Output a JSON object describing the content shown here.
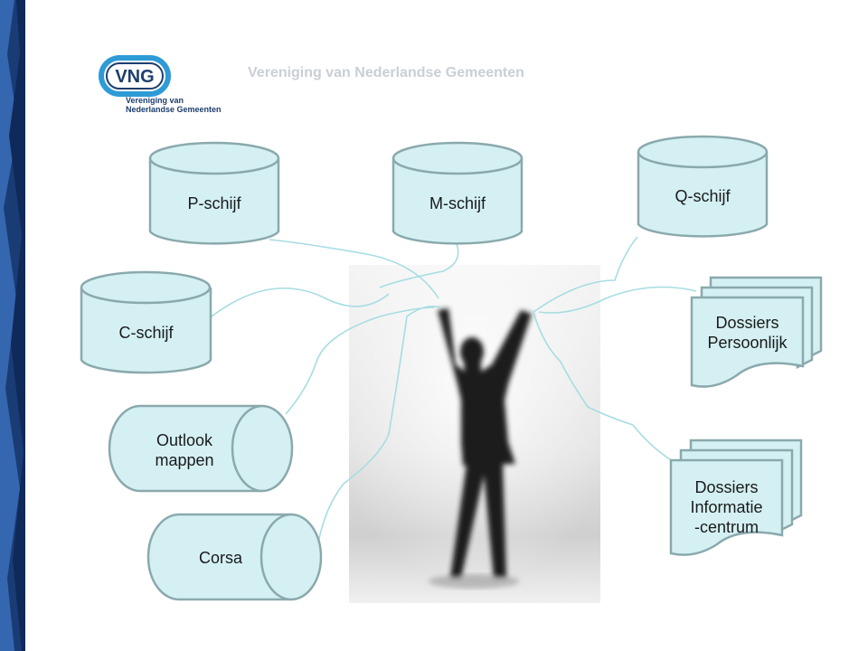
{
  "header": {
    "title": "Vereniging van Nederlandse Gemeenten"
  },
  "logo": {
    "mark_text": "VNG",
    "sub_line1": "Vereniging van",
    "sub_line2": "Nederlandse Gemeenten"
  },
  "nodes": {
    "p_schijf": "P-schijf",
    "m_schijf": "M-schijf",
    "q_schijf": "Q-schijf",
    "c_schijf": "C-schijf",
    "outlook_line1": "Outlook",
    "outlook_line2": "mappen",
    "corsa": "Corsa",
    "dossiers_p_line1": "Dossiers",
    "dossiers_p_line2": "Persoonlijk",
    "dossiers_i_line1": "Dossiers",
    "dossiers_i_line2": "Informatie",
    "dossiers_i_line3": "-centrum"
  },
  "colors": {
    "shape_fill": "#d4f0f3",
    "shape_stroke": "#8aa9ad",
    "connector": "#a6dde2",
    "band_dark": "#1a3c75",
    "band_light": "#3566b0",
    "logo_blue": "#1d3e6e",
    "logo_ring": "#2e9bd6"
  }
}
